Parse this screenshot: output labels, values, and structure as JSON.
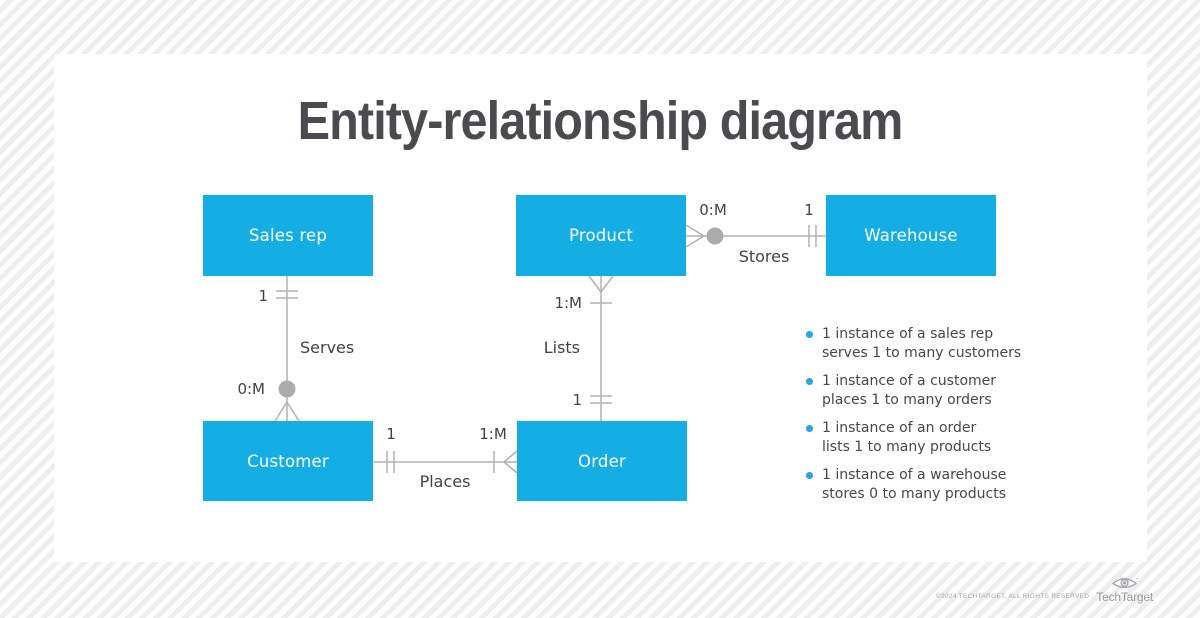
{
  "title": "Entity-relationship diagram",
  "entities": {
    "sales_rep": "Sales rep",
    "product": "Product",
    "warehouse": "Warehouse",
    "customer": "Customer",
    "order": "Order"
  },
  "relationships": {
    "serves": {
      "label": "Serves",
      "sales_rep_end": "1",
      "customer_end": "0:M"
    },
    "lists": {
      "label": "Lists",
      "product_end": "1:M",
      "order_end": "1"
    },
    "places": {
      "label": "Places",
      "customer_end": "1",
      "order_end": "1:M"
    },
    "stores": {
      "label": "Stores",
      "product_end": "0:M",
      "warehouse_end": "1"
    }
  },
  "notes": [
    {
      "line1": "1 instance of a sales rep",
      "line2": "serves 1 to many customers"
    },
    {
      "line1": "1 instance of a customer",
      "line2": "places 1 to many orders"
    },
    {
      "line1": "1 instance of an order",
      "line2": "lists 1 to many products"
    },
    {
      "line1": "1 instance of a warehouse",
      "line2": "stores 0 to many products"
    }
  ],
  "footer": {
    "copyright": "©2024 TECHTARGET, ALL RIGHTS RESERVED",
    "brand": "TechTarget"
  },
  "colors": {
    "entity_fill": "#14aee4",
    "entity_text": "#ffffff",
    "connector": "#b2b2b2",
    "connector_dot": "#ababab",
    "label_text": "#3e444a",
    "note_text": "#45484b",
    "note_bullet": "#2ba7de",
    "title_text": "#4b4b4f",
    "card_bg": "#ffffff",
    "stripe": "#eeeef0",
    "footer_text": "#a6a6a6",
    "logo_gray": "#97999b"
  }
}
